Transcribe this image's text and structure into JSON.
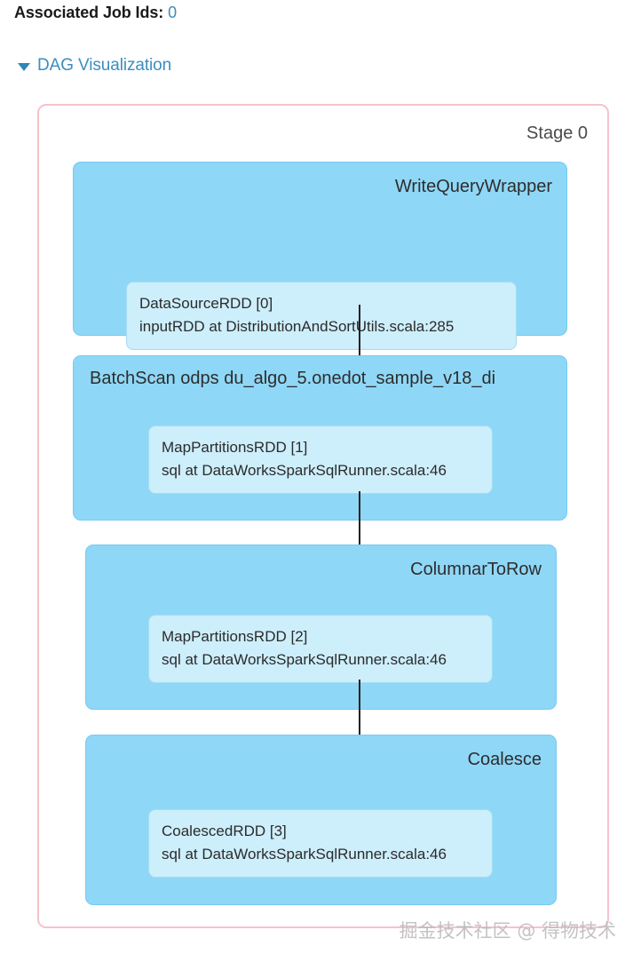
{
  "header": {
    "associated_jobs_label": "Associated Job Ids:",
    "associated_jobs_value": "0",
    "dag_toggle_label": "DAG Visualization",
    "dag_toggle_icon": "triangle-down-icon",
    "link_color": "#3b8ebe"
  },
  "dag": {
    "stage_title": "Stage 0",
    "container_border_color": "#f6c3cd",
    "op_box_color": "#8fd7f7",
    "rdd_node_color": "#cdeefb",
    "arrow_color": "#222222",
    "operators": [
      {
        "label": "WriteQueryWrapper",
        "label_align": "right",
        "rdd": {
          "name": "DataSourceRDD [0]",
          "callsite": "inputRDD at DistributionAndSortUtils.scala:285"
        }
      },
      {
        "label": "BatchScan odps du_algo_5.onedot_sample_v18_di",
        "label_align": "left",
        "rdd": {
          "name": "MapPartitionsRDD [1]",
          "callsite": "sql at DataWorksSparkSqlRunner.scala:46"
        }
      },
      {
        "label": "ColumnarToRow",
        "label_align": "right",
        "rdd": {
          "name": "MapPartitionsRDD [2]",
          "callsite": "sql at DataWorksSparkSqlRunner.scala:46"
        }
      },
      {
        "label": "Coalesce",
        "label_align": "right",
        "rdd": {
          "name": "CoalescedRDD [3]",
          "callsite": "sql at DataWorksSparkSqlRunner.scala:46"
        }
      }
    ]
  },
  "watermark": {
    "text": "掘金技术社区 @ 得物技术"
  }
}
